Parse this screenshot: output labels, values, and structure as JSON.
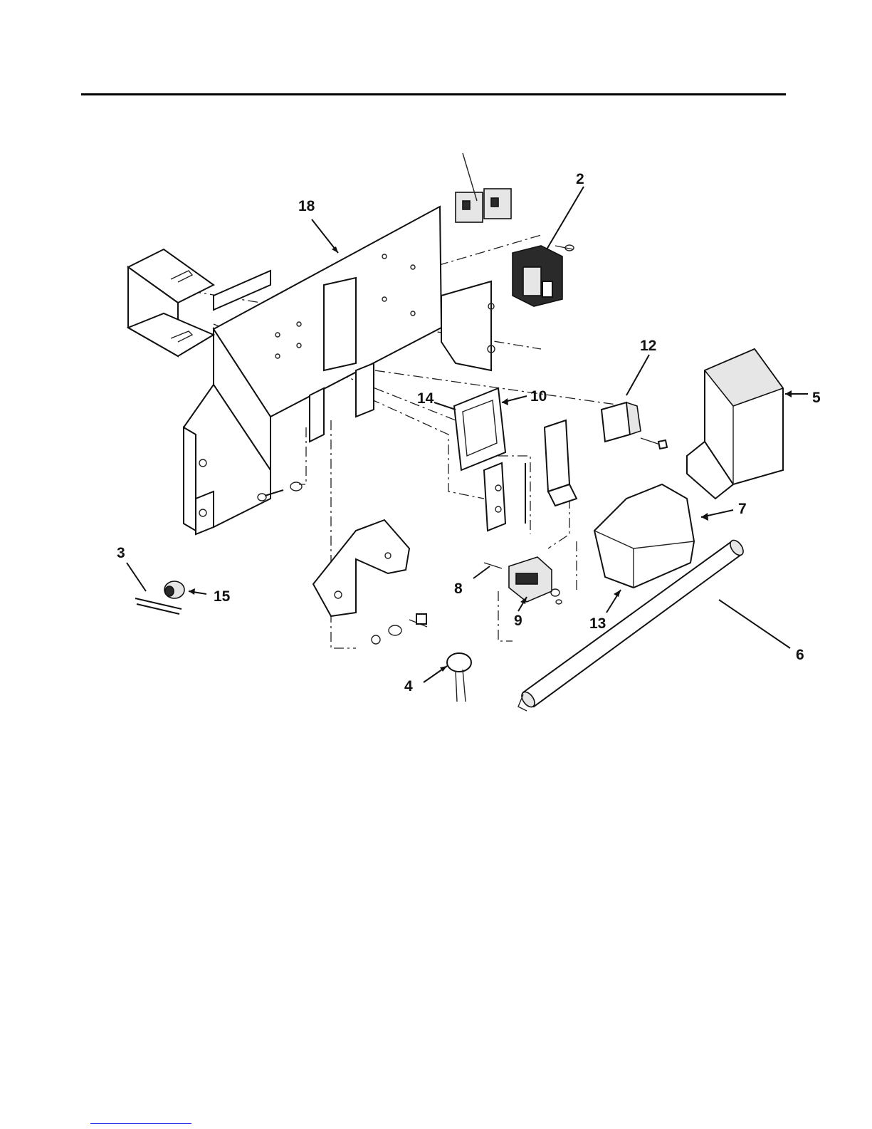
{
  "callouts": {
    "c2": "2",
    "c3": "3",
    "c4": "4",
    "c5": "5",
    "c6": "6",
    "c7": "7",
    "c8": "8",
    "c9": "9",
    "c10": "10",
    "c12": "12",
    "c13": "13",
    "c14": "14",
    "c15": "15",
    "c18": "18"
  }
}
